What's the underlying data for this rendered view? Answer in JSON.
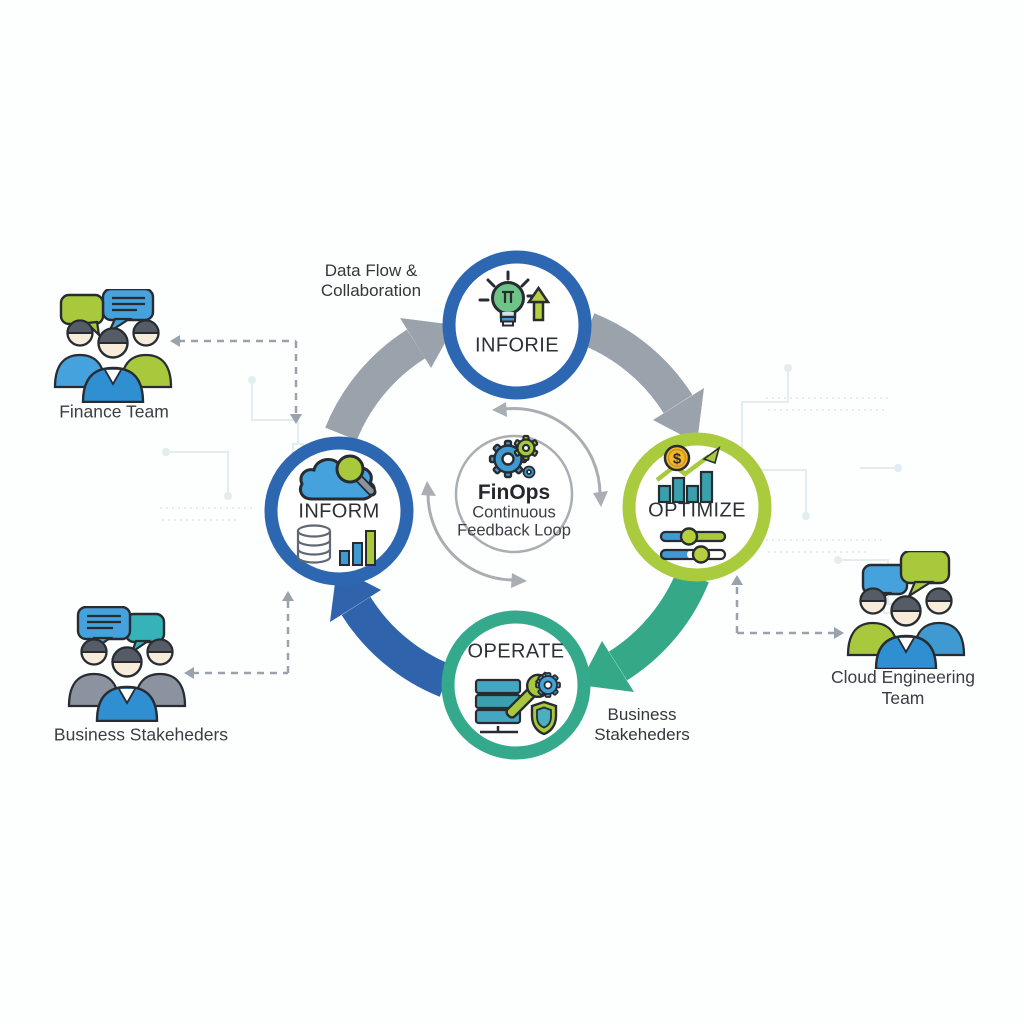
{
  "center": {
    "icon": "gears-icon",
    "title": "FinOps",
    "subtitle1": "Continuous",
    "subtitle2": "Feedback Loop"
  },
  "nodes": {
    "top": {
      "label": "INFORIE",
      "icon": "lightbulb-growth-icon",
      "ring_color": "#2e67b1"
    },
    "left": {
      "label": "INFORM",
      "icon": "cloud-search-icon",
      "ring_color": "#2e67b1"
    },
    "right": {
      "label": "OPTIMIZE",
      "icon": "dollar-trend-sliders-icon",
      "ring_color": "#a9cb3d",
      "coin_symbol": "$"
    },
    "bottom": {
      "label": "OPERATE",
      "icon": "server-tools-shield-icon",
      "ring_color": "#35a98c"
    }
  },
  "annotations": {
    "data_flow": {
      "line1": "Data Flow &",
      "line2": "Collaboration"
    },
    "business_note": {
      "line1": "Business",
      "line2": "Stakeheders"
    }
  },
  "teams": {
    "finance": {
      "label": "Finance Team"
    },
    "business": {
      "label": "Business Stakeheders"
    },
    "cloud": {
      "line1": "Cloud Engineering",
      "line2": "Team"
    }
  },
  "colors": {
    "ring-blue": "#2e67b1",
    "ring-lime": "#a9cb3d",
    "ring-teal": "#35a98c",
    "center-ring": "#a9aeb3",
    "arrow-gray": "#9aa3ab",
    "arrow-blue": "#2f64ad",
    "arrow-teal": "#35a987",
    "dashed": "#9aa3ab",
    "circuit": "#dde8ec",
    "text-dark": "#2c3137",
    "text-label": "#3a3f45",
    "icon-outline": "#282c31",
    "blue": "#3f9ad2",
    "blue-light": "#45a2dc",
    "blue-deep": "#2f8fd0",
    "lime": "#a8c93c",
    "lime-bright": "#b5cf3f",
    "green": "#6ec487",
    "teal": "#3aa0ae",
    "teal-bubble": "#35b3b8",
    "gray-person": "#8b93a0",
    "coin": "#f3b72c",
    "skin": "#f7ecd9",
    "hair": "#565c66",
    "handle-gray": "#8a949e",
    "db-outline": "#5f6873"
  }
}
